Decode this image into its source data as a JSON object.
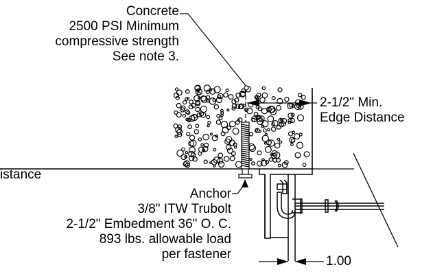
{
  "concrete_callout": {
    "line1": "Concrete",
    "line2": "2500 PSI Minimum",
    "line3": "compressive strength",
    "line4": "See note 3."
  },
  "edge_callout": {
    "line1": "2-1/2\" Min.",
    "line2": "Edge Distance"
  },
  "cut_off_label": "istance",
  "anchor_callout": {
    "line1": "Anchor",
    "line2": "3/8\" ITW Trubolt",
    "line3": "2-1/2\" Embedment 36\" O. C.",
    "line4": "893 lbs. allowable load",
    "line5": "per fastener"
  },
  "dimension_value": "1.00",
  "colors": {
    "ink": "#000000",
    "paper": "#ffffff"
  }
}
